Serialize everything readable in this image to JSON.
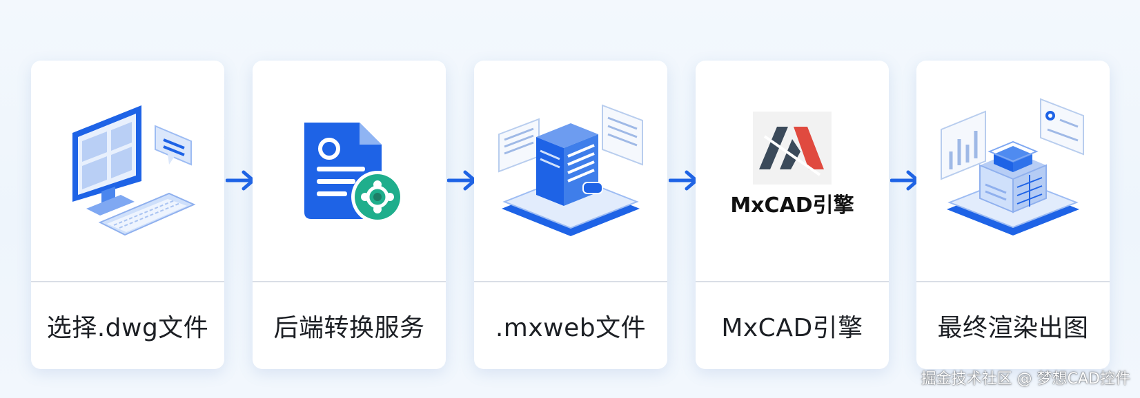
{
  "steps": [
    {
      "label": "选择.dwg文件",
      "icon": "computer-icon"
    },
    {
      "label": "后端转换服务",
      "icon": "document-convert-icon"
    },
    {
      "label": ".mxweb文件",
      "icon": "server-file-icon"
    },
    {
      "label": "MxCAD引擎",
      "icon": "mxcad-logo-icon",
      "logo_text": "MxCAD引擎"
    },
    {
      "label": "最终渲染出图",
      "icon": "render-output-icon"
    }
  ],
  "arrow_icon": "right-arrow-icon",
  "watermark": "掘金技术社区 @ 梦想CAD控件",
  "colors": {
    "primary_blue": "#1e63e6",
    "light_blue": "#cfe0fb",
    "teal": "#1fae8c",
    "logo_dark": "#3b4a5a",
    "logo_red": "#e04a3f"
  }
}
